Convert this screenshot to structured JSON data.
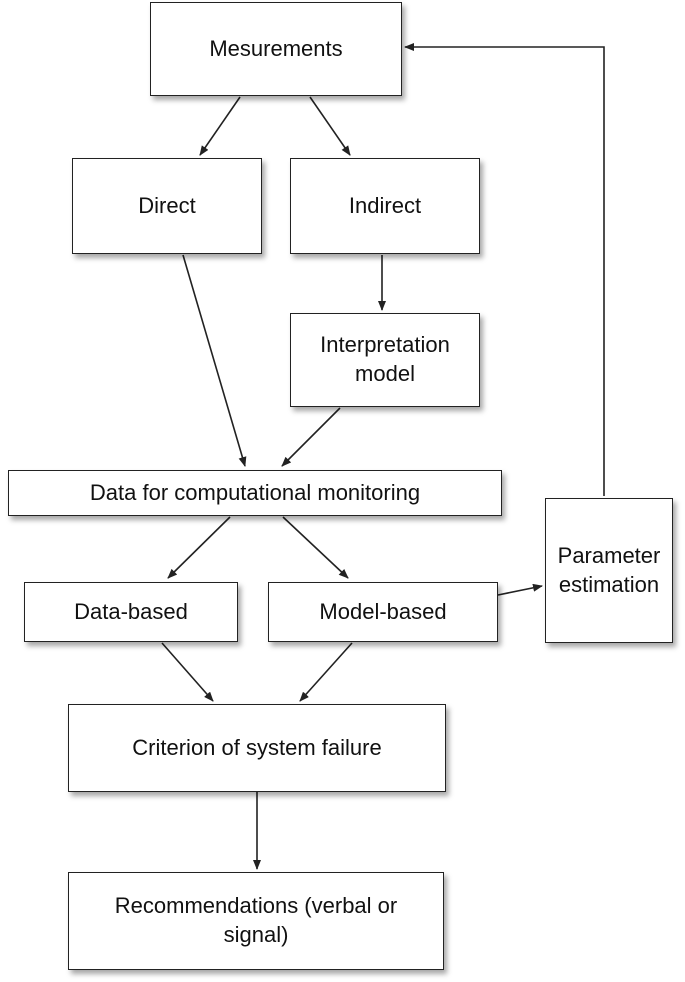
{
  "nodes": {
    "measurements": {
      "label": "Mesurements"
    },
    "direct": {
      "label": "Direct"
    },
    "indirect": {
      "label": "Indirect"
    },
    "interpretation": {
      "line1": "Interpretation",
      "line2": "model"
    },
    "data_monitoring": {
      "label": "Data for computational monitoring"
    },
    "data_based": {
      "label": "Data-based"
    },
    "model_based": {
      "label": "Model-based"
    },
    "parameter": {
      "line1": "Parameter",
      "line2": "estimation"
    },
    "criterion": {
      "label": "Criterion of system failure"
    },
    "recommendations": {
      "line1": "Recommendations (verbal or",
      "line2": "signal)"
    }
  },
  "edges": [
    {
      "from": "Mesurements",
      "to": "Direct"
    },
    {
      "from": "Mesurements",
      "to": "Indirect"
    },
    {
      "from": "Indirect",
      "to": "Interpretation model"
    },
    {
      "from": "Direct",
      "to": "Data for computational monitoring"
    },
    {
      "from": "Interpretation model",
      "to": "Data for computational monitoring"
    },
    {
      "from": "Data for computational monitoring",
      "to": "Data-based"
    },
    {
      "from": "Data for computational monitoring",
      "to": "Model-based"
    },
    {
      "from": "Model-based",
      "to": "Parameter estimation"
    },
    {
      "from": "Parameter estimation",
      "to": "Mesurements"
    },
    {
      "from": "Data-based",
      "to": "Criterion of system failure"
    },
    {
      "from": "Model-based",
      "to": "Criterion of system failure"
    },
    {
      "from": "Criterion of system failure",
      "to": "Recommendations (verbal or signal)"
    }
  ]
}
